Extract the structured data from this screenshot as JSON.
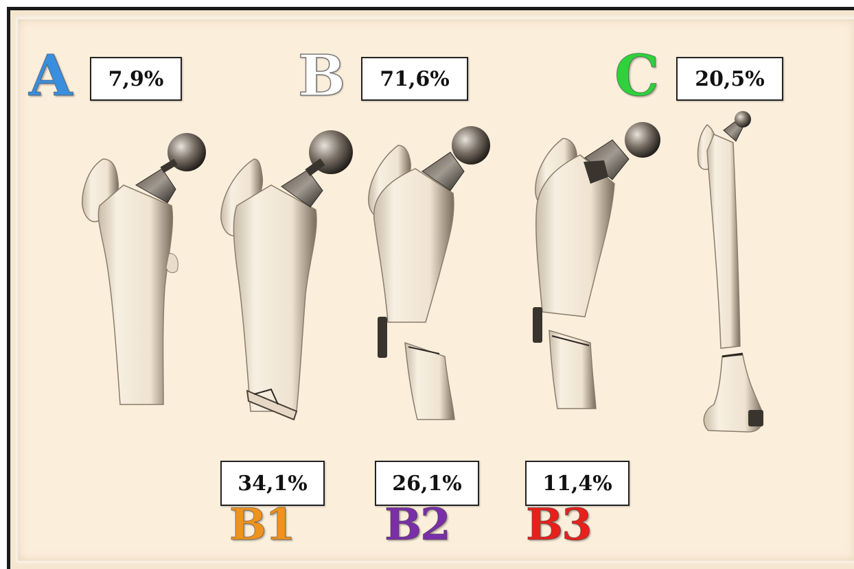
{
  "categories": [
    {
      "letter": "A",
      "percent": "7,9%",
      "color": "#3a8ede"
    },
    {
      "letter": "B",
      "percent": "71,6%",
      "color": "#ffffff"
    },
    {
      "letter": "C",
      "percent": "20,5%",
      "color": "#2fd13c"
    }
  ],
  "subtypes": [
    {
      "letter": "B1",
      "percent": "34,1%",
      "color": "#f0931e"
    },
    {
      "letter": "B2",
      "percent": "26,1%",
      "color": "#7a2fa8"
    },
    {
      "letter": "B3",
      "percent": "11,4%",
      "color": "#e8201c"
    }
  ],
  "illustrations": [
    "femur-type-a-icon",
    "femur-type-b1-icon",
    "femur-type-b2-icon",
    "femur-type-b3-icon",
    "femur-type-c-icon"
  ]
}
